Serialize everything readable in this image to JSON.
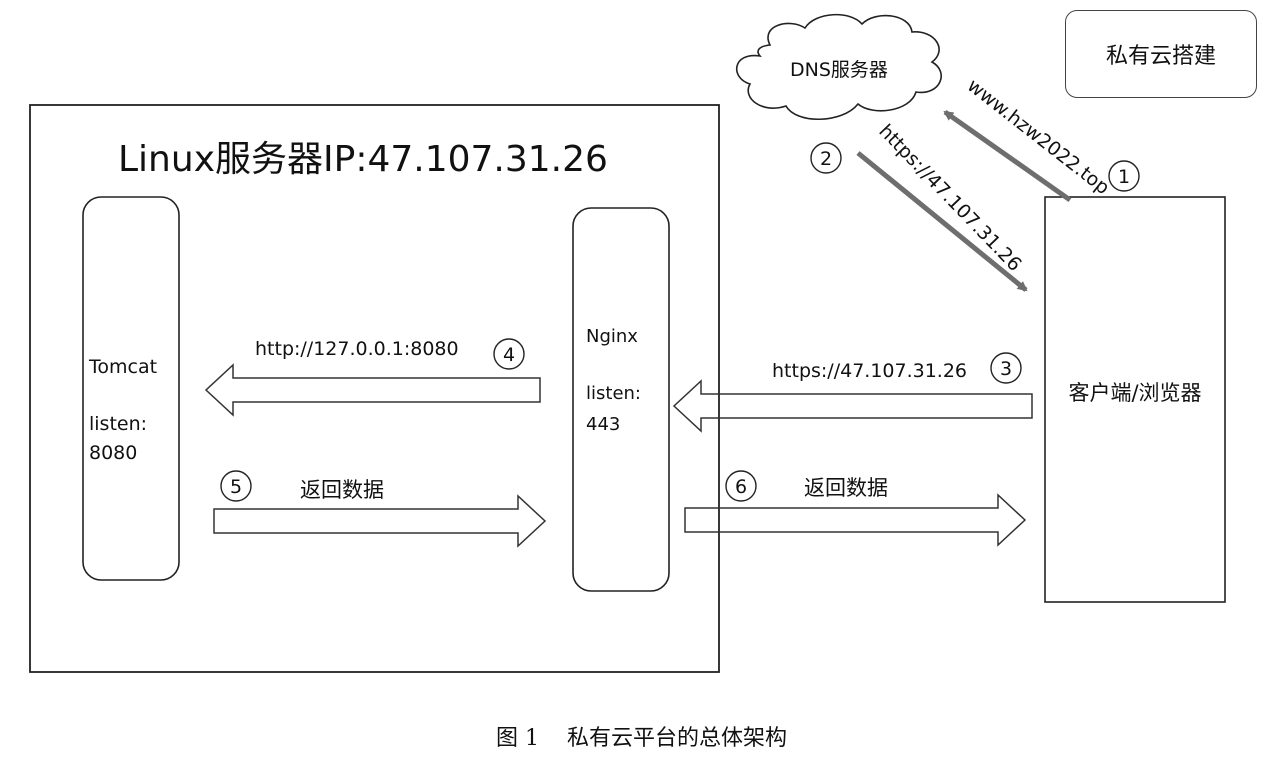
{
  "title_box": "私有云搭建",
  "server": {
    "title": "Linux服务器IP:47.107.31.26"
  },
  "dns": {
    "label": "DNS服务器"
  },
  "tomcat": {
    "name": "Tomcat",
    "listen": "listen:",
    "port": "8080"
  },
  "nginx": {
    "name": "Nginx",
    "listen": "listen:",
    "port": "443"
  },
  "client": {
    "label": "客户端/浏览器"
  },
  "steps": [
    {
      "num": "1",
      "label": "www.hzw2022.top"
    },
    {
      "num": "2",
      "label": "https://47.107.31.26"
    },
    {
      "num": "3",
      "label": "https://47.107.31.26"
    },
    {
      "num": "4",
      "label": "http://127.0.0.1:8080"
    },
    {
      "num": "5",
      "label": "返回数据"
    },
    {
      "num": "6",
      "label": "返回数据"
    }
  ],
  "caption": {
    "figure": "图 1",
    "text": "私有云平台的总体架构"
  },
  "colors": {
    "line": "#222222",
    "diag_arrow": "#777777"
  }
}
